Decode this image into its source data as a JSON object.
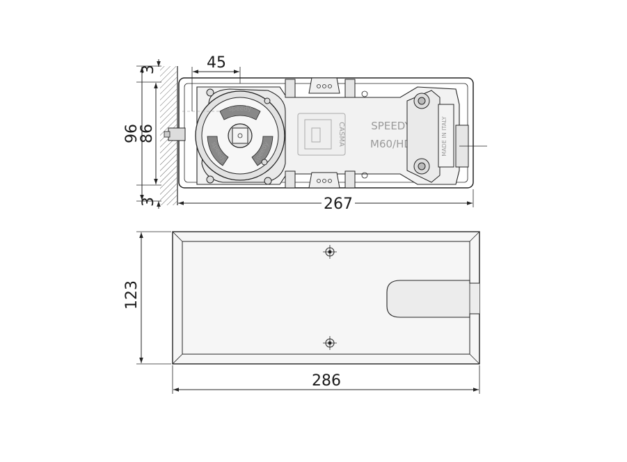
{
  "dimensions": {
    "top_view": {
      "offset_width": "45",
      "clearance_top": "3",
      "outer_height": "96",
      "inner_height": "86",
      "clearance_bottom": "3",
      "body_length": "267"
    },
    "cover_plate": {
      "height": "123",
      "length": "286"
    }
  },
  "body_markings": {
    "brand_line1": "SPEEDY",
    "brand_line2": "M60/HD",
    "origin": "MADE IN ITALY",
    "logo_text": "CASMA",
    "spindle_ring_text": "speedy"
  }
}
